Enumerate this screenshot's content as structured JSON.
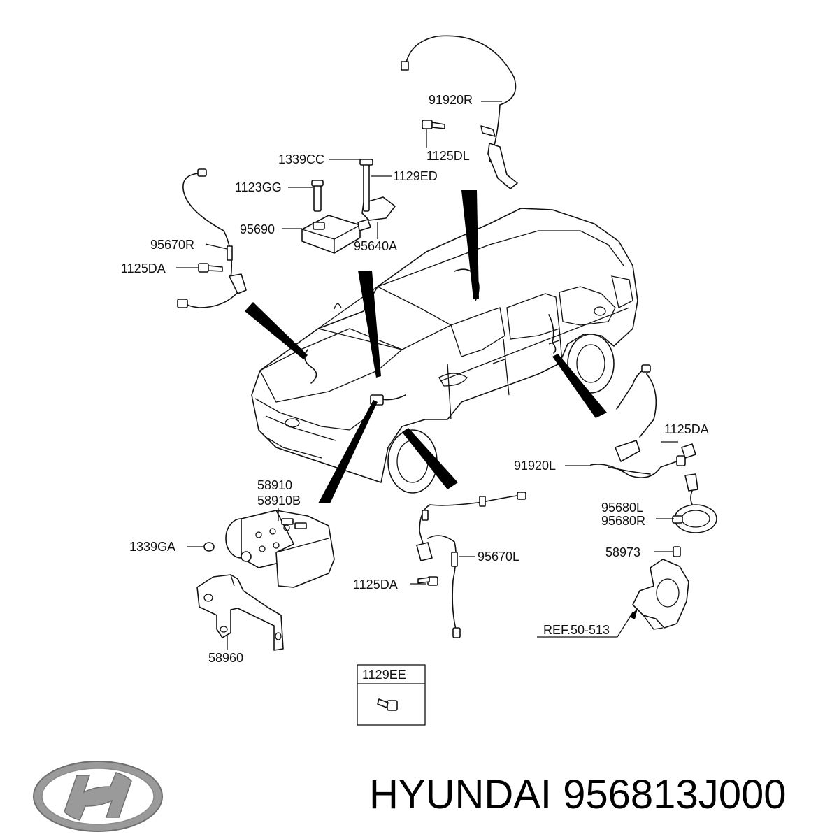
{
  "labels": {
    "l_91920R": "91920R",
    "l_1125DL": "1125DL",
    "l_1339CC": "1339CC",
    "l_1129ED": "1129ED",
    "l_1123GG": "1123GG",
    "l_95690": "95690",
    "l_95640A": "95640A",
    "l_95670R": "95670R",
    "l_1125DA_top": "1125DA",
    "l_1125DA_right": "1125DA",
    "l_91920L": "91920L",
    "l_95680L": "95680L",
    "l_95680R": "95680R",
    "l_58973": "58973",
    "l_REF": "REF.50-513",
    "l_58910": "58910",
    "l_58910B": "58910B",
    "l_1339GA": "1339GA",
    "l_58960": "58960",
    "l_95670L": "95670L",
    "l_1125DA_bottom": "1125DA",
    "l_1129EE": "1129EE"
  },
  "brand": {
    "name": "HYUNDAI",
    "part_number": "956813J000"
  },
  "icons": {
    "logo": "hyundai-logo"
  },
  "colors": {
    "ink": "#111111",
    "background": "#ffffff"
  }
}
